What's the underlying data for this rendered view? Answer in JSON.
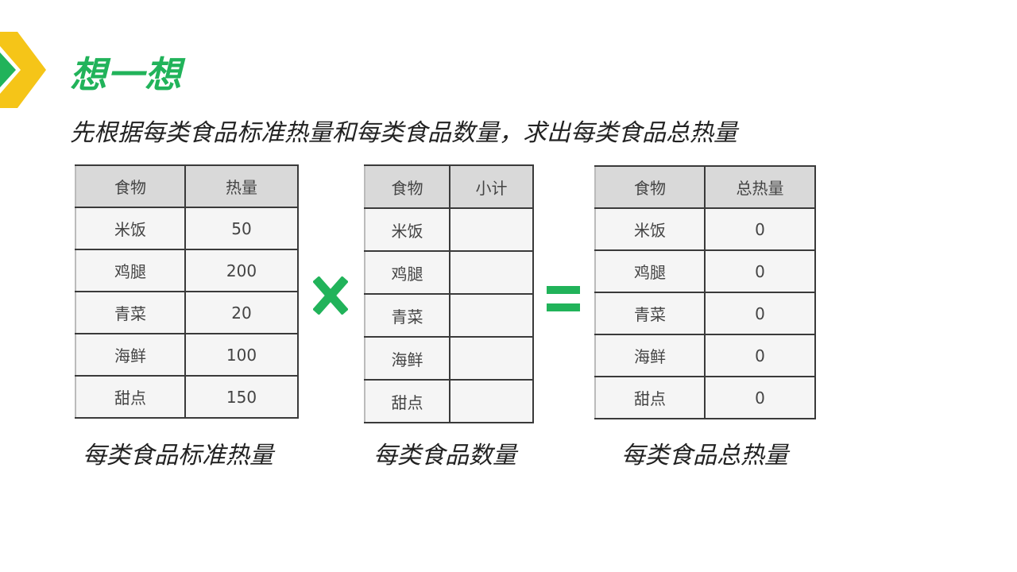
{
  "title": "想一想",
  "subtitle": "先根据每类食品标准热量和每类食品数量，求出每类食品总热量",
  "accent_color": "#21b35a",
  "deco_colors": [
    "#f5c518",
    "#21b35a"
  ],
  "operators": {
    "multiply": "multiply-icon",
    "equals": "equals-icon"
  },
  "table_standard": {
    "headers": [
      "食物",
      "热量"
    ],
    "rows": [
      [
        "米饭",
        "50"
      ],
      [
        "鸡腿",
        "200"
      ],
      [
        "青菜",
        "20"
      ],
      [
        "海鲜",
        "100"
      ],
      [
        "甜点",
        "150"
      ]
    ],
    "caption": "每类食品标准热量"
  },
  "table_quantity": {
    "headers": [
      "食物",
      "小计"
    ],
    "rows": [
      [
        "米饭",
        ""
      ],
      [
        "鸡腿",
        ""
      ],
      [
        "青菜",
        ""
      ],
      [
        "海鲜",
        ""
      ],
      [
        "甜点",
        ""
      ]
    ],
    "caption": "每类食品数量"
  },
  "table_total": {
    "headers": [
      "食物",
      "总热量"
    ],
    "rows": [
      [
        "米饭",
        "0"
      ],
      [
        "鸡腿",
        "0"
      ],
      [
        "青菜",
        "0"
      ],
      [
        "海鲜",
        "0"
      ],
      [
        "甜点",
        "0"
      ]
    ],
    "caption": "每类食品总热量"
  }
}
